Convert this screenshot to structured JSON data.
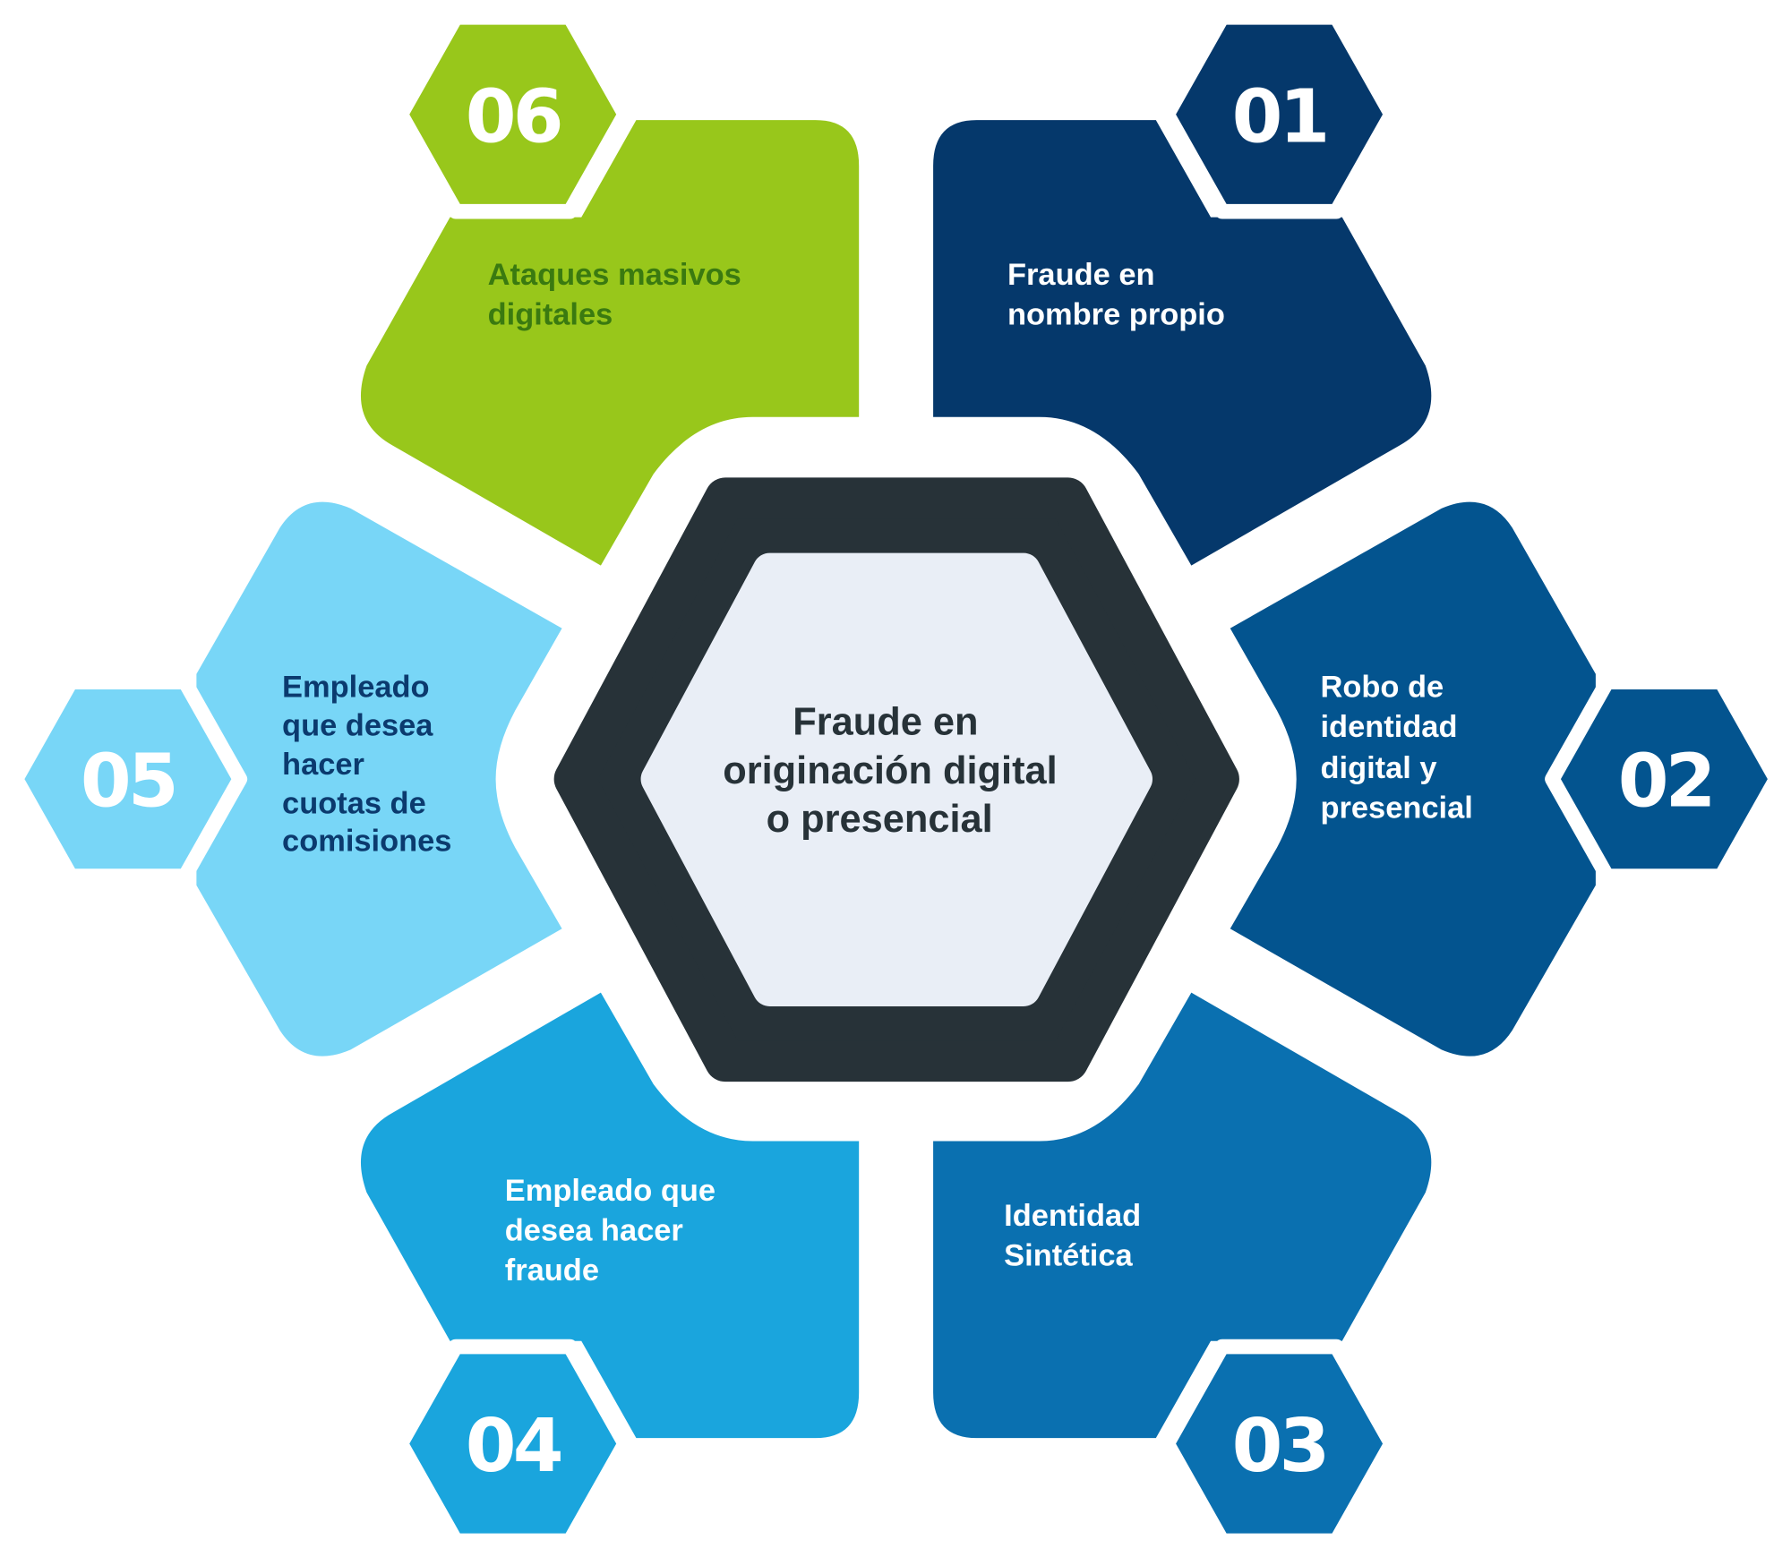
{
  "center": {
    "lines": [
      "Fraude en",
      "originación digital",
      "o  presencial"
    ]
  },
  "items": [
    {
      "number": "01",
      "lines": [
        "Fraude en",
        "nombre propio"
      ],
      "color": "#05386B",
      "text_color": "#FFFFFF"
    },
    {
      "number": "02",
      "lines": [
        "Robo de",
        "identidad",
        "digital y",
        "presencial"
      ],
      "color": "#03548F",
      "text_color": "#FFFFFF"
    },
    {
      "number": "03",
      "lines": [
        "Identidad",
        "Sintética"
      ],
      "color": "#0A70B0",
      "text_color": "#FFFFFF"
    },
    {
      "number": "04",
      "lines": [
        "Empleado que",
        "desea hacer",
        "fraude"
      ],
      "color": "#1AA5DD",
      "text_color": "#FFFFFF"
    },
    {
      "number": "05",
      "lines": [
        "Empleado",
        "que desea",
        "hacer",
        "cuotas de",
        "comisiones"
      ],
      "color": "#78D6F7",
      "text_color": "#0B3A6E"
    },
    {
      "number": "06",
      "lines": [
        "Ataques masivos",
        "digitales"
      ],
      "color": "#98C71B",
      "text_color": "#3A7A10"
    }
  ],
  "colors": {
    "center_ring": "#273238",
    "center_fill": "#E9EEF6"
  }
}
